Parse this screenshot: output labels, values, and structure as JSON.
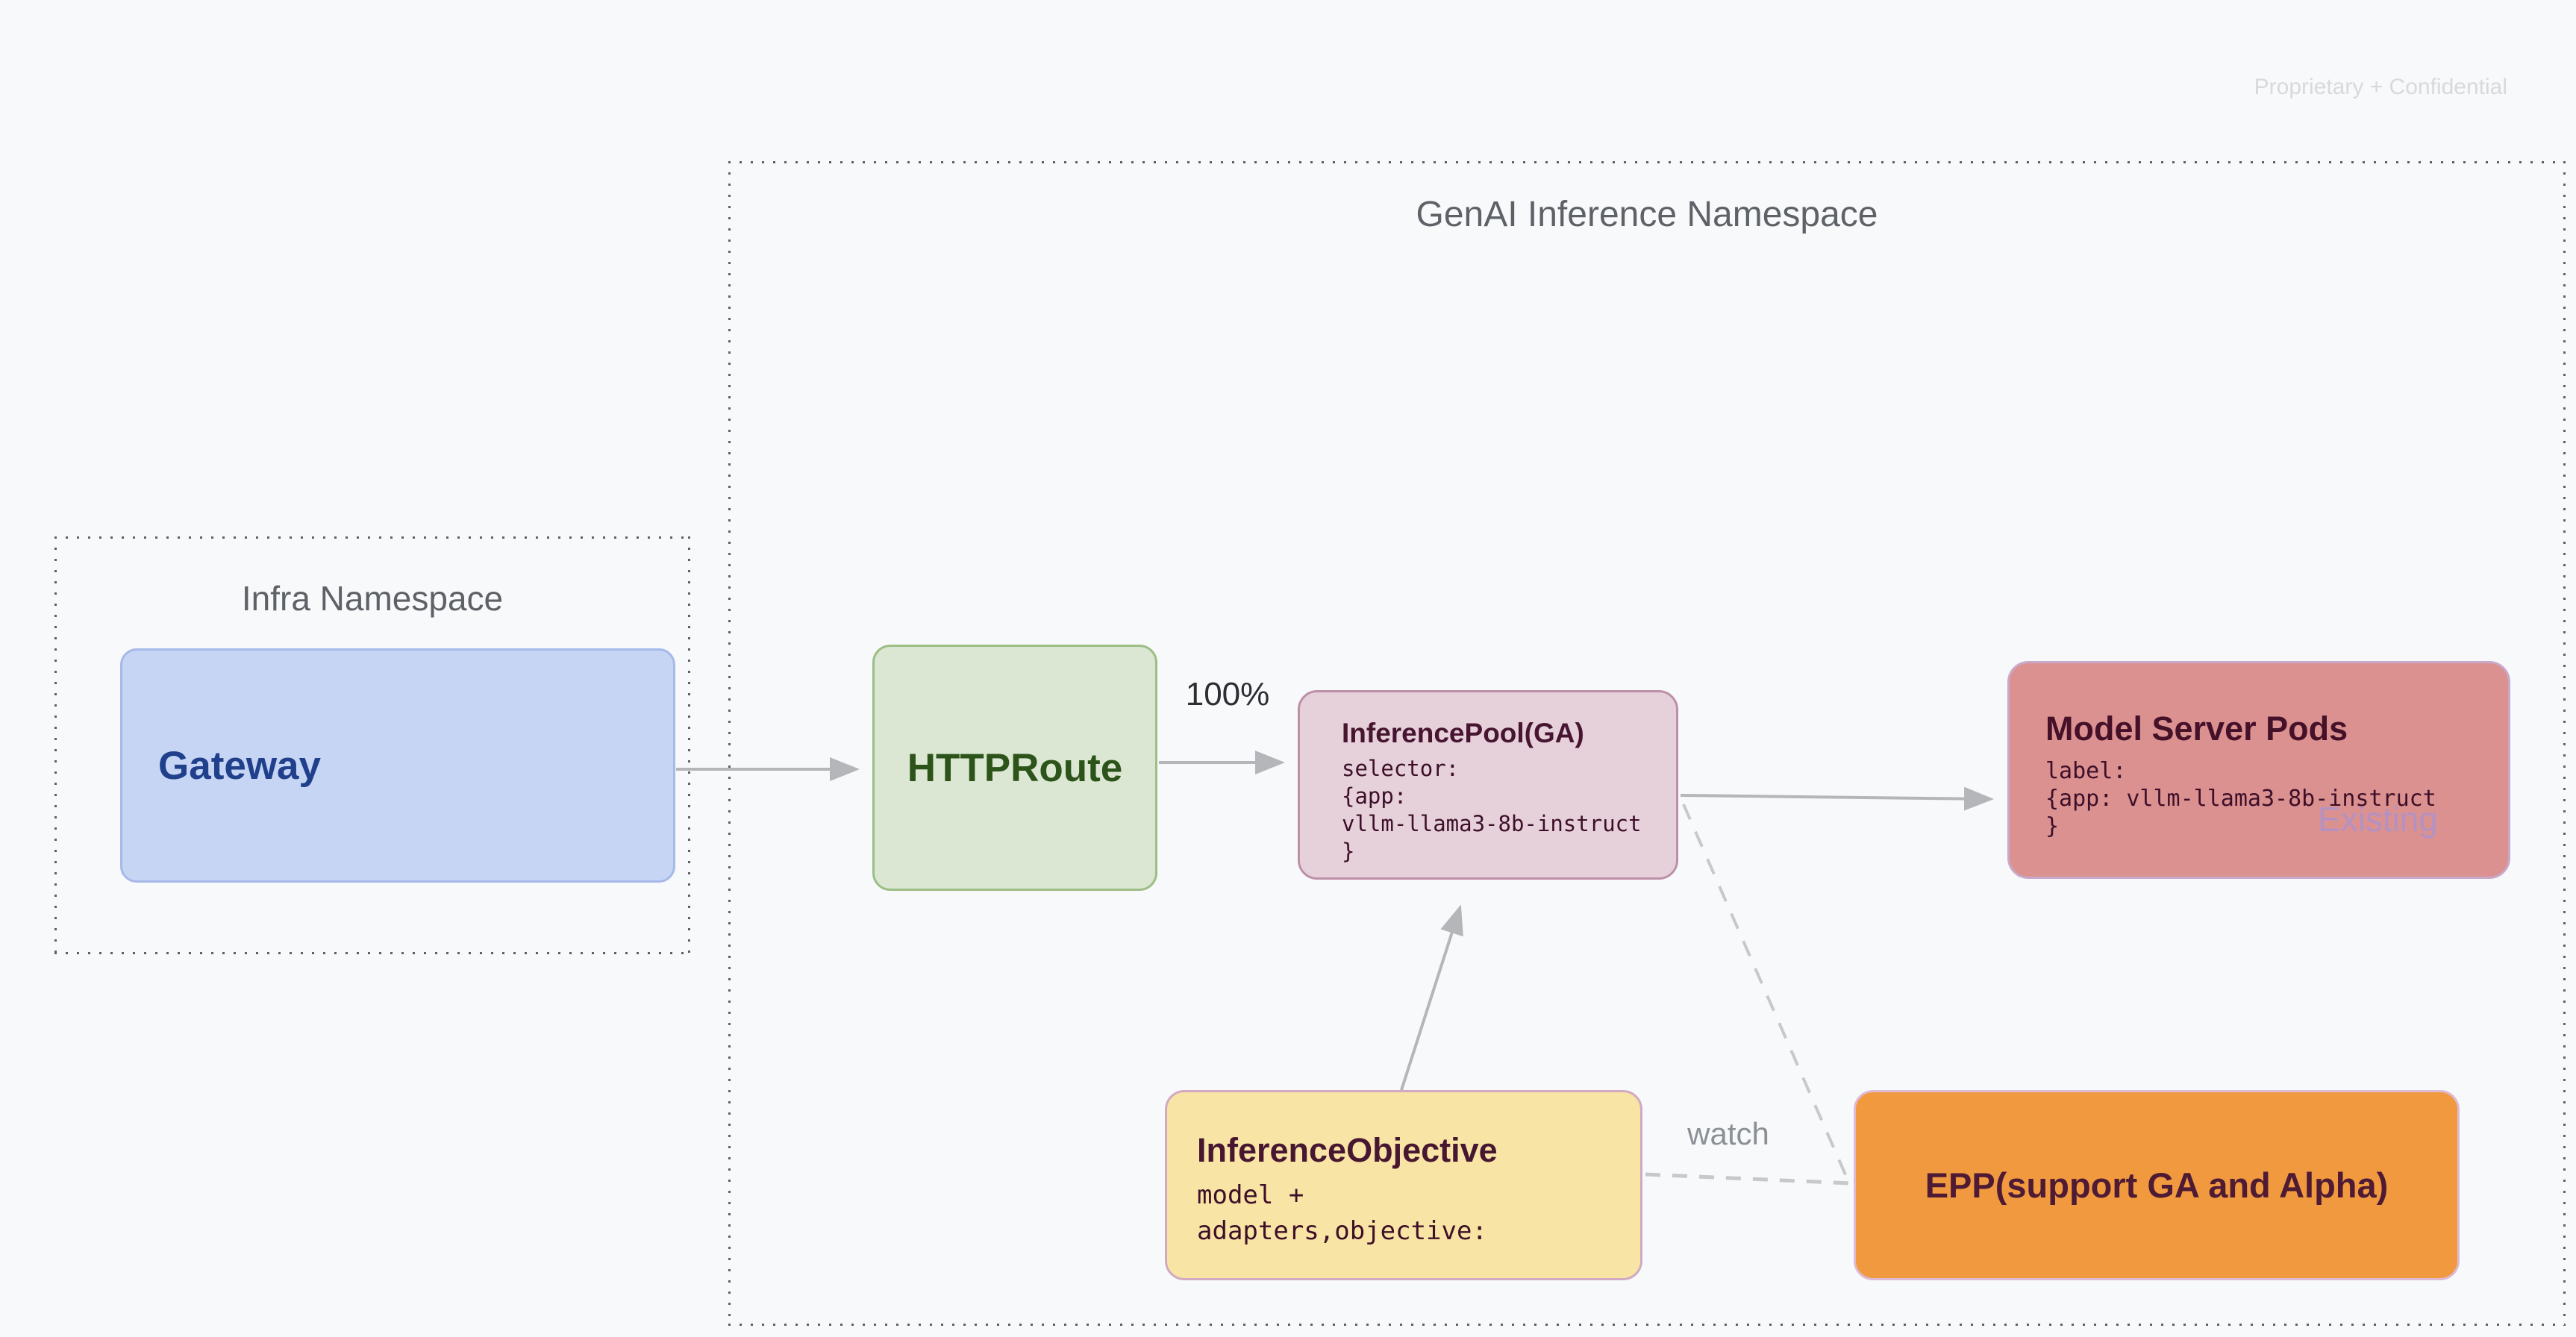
{
  "page": {
    "confidential_label": "Proprietary + Confidential"
  },
  "namespaces": {
    "infra": {
      "title": "Infra Namespace"
    },
    "genai": {
      "title": "GenAI Inference Namespace"
    }
  },
  "nodes": {
    "gateway": {
      "label": "Gateway"
    },
    "httproute": {
      "label": "HTTPRoute"
    },
    "inference_pool": {
      "title": "InferencePool(GA)",
      "code": "selector:\n{app:\nvllm-llama3-8b-instruct\n}"
    },
    "model_server_pods": {
      "title": "Model Server Pods",
      "code": "label:\n{app: vllm-llama3-8b-instruct\n}",
      "tag": "Existing"
    },
    "inference_objective": {
      "title": "InferenceObjective",
      "code": "model +\nadapters,objective:"
    },
    "epp": {
      "label": "EPP(support GA and Alpha)"
    }
  },
  "edges": {
    "route_weight_label": "100%",
    "watch_label": "watch"
  },
  "colors": {
    "background": "#f8f9fb",
    "namespace_dots": "#5d6065",
    "namespace_title": "#5e6267",
    "gateway_fill": "#c6d5f4",
    "gateway_border": "#a6b9e9",
    "gateway_text": "#20408c",
    "httproute_fill": "#dbe7d2",
    "httproute_border": "#9dbe85",
    "httproute_text": "#2c5319",
    "inference_pool_fill": "#e6d1db",
    "inference_pool_border": "#bd90a8",
    "inference_pool_text": "#471530",
    "model_server_fill": "#dc9191",
    "model_server_border": "#c8a9ca",
    "model_server_text": "#451129",
    "existing_tag_text": "#b392c3",
    "inference_objective_fill": "#f8e4a4",
    "inference_objective_border": "#d0a9c3",
    "epp_fill": "#f0993f",
    "epp_border": "#debad5",
    "epp_text": "#4e1a34",
    "arrow": "#b4b6b9",
    "dashed_line": "#c6c9cc",
    "confidential_text": "#d7d9dc"
  }
}
